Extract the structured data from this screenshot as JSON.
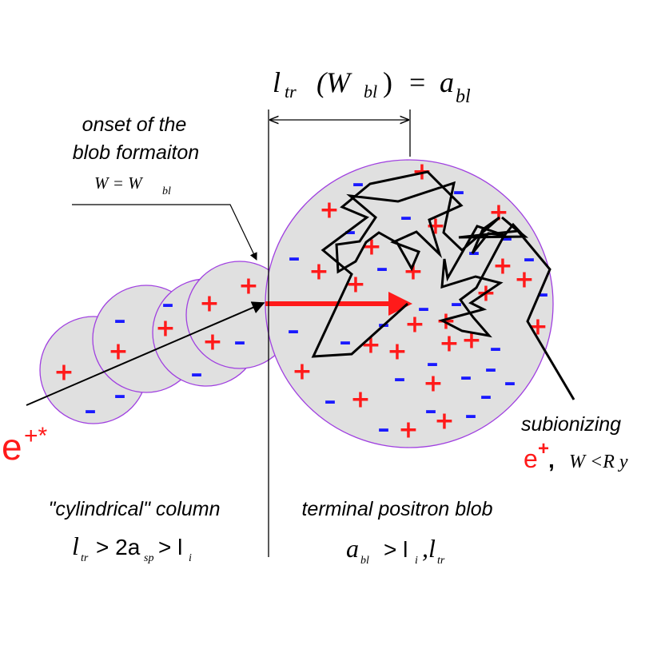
{
  "header": {
    "l": "l",
    "l_sub": "tr",
    "paren_open": "(W",
    "W_sub": "bl",
    "paren_close": ")",
    "equals": "=",
    "a": "a",
    "a_sub": "bl"
  },
  "onset": {
    "line1": "onset of the",
    "line2": "blob formaiton",
    "formula_W": "W = W",
    "formula_sub": "bl"
  },
  "positron_in": {
    "symbol": "e",
    "superscript": "+*"
  },
  "positron_out": {
    "label": "subionizing",
    "symbol": "e",
    "superscript": "+",
    "comma": ",",
    "condition": "W <R y"
  },
  "column": {
    "title": "\"cylindrical\" column",
    "l": "l",
    "l_sub": "tr",
    "gt1": "> 2a",
    "sp_sub": "sp",
    "gt2": "> l",
    "i_sub": "i"
  },
  "blob": {
    "title": "terminal positron blob",
    "a": "a",
    "a_sub": "bl",
    "gt": "> l",
    "i_sub": "i",
    "comma": ",l",
    "tr_sub": "tr"
  },
  "signs": {
    "plus": "+",
    "minus": "-"
  },
  "colors": {
    "plus": "#ff1a1a",
    "minus": "#1a1aff",
    "sphere_fill": "#e0e0e0",
    "sphere_stroke": "#a040e0",
    "momentum_arrow": "#ff1a1a",
    "positron": "#ff1a1a",
    "ink": "#000000"
  }
}
